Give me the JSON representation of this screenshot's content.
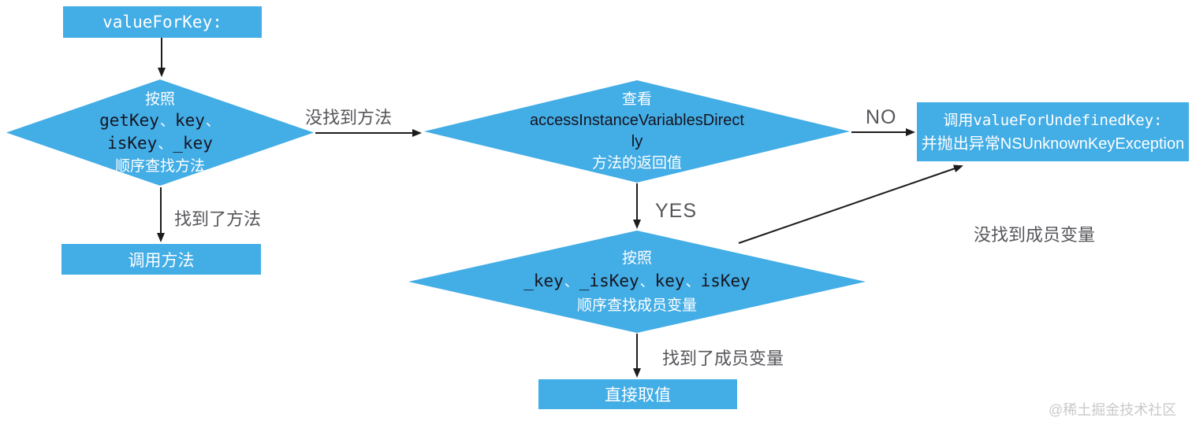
{
  "colors": {
    "node_fill": "#43ade6",
    "node_text": "#ffffff",
    "code_text": "#15151f",
    "edge": "#1c1c1c",
    "label_text": "#55565a",
    "watermark_text": "#c9c9c9"
  },
  "flow": {
    "start": {
      "text": "valueForKey:"
    },
    "d1": {
      "l1": "按照",
      "l2": [
        "getKey",
        "、",
        "key",
        "、"
      ],
      "l3": [
        "isKey",
        "、",
        "_key"
      ],
      "l4": "顺序查找方法"
    },
    "invoke_method": {
      "text": "调用方法"
    },
    "d2": {
      "l1": "查看",
      "l2": "accessInstanceVariablesDirect",
      "l3": "ly",
      "l4": "方法的返回值"
    },
    "exception": {
      "l1_zh": "调用",
      "l1_code": "valueForUndefinedKey:",
      "l2": "并抛出异常NSUnknownKeyException"
    },
    "d3": {
      "l1": "按照",
      "l2": [
        "_key",
        "、",
        "_isKey",
        "、",
        "key",
        "、",
        "isKey"
      ],
      "l3": "顺序查找成员变量"
    },
    "direct_value": {
      "text": "直接取值"
    },
    "labels": {
      "not_found_method": "没找到方法",
      "found_method": "找到了方法",
      "no": "NO",
      "yes": "YES",
      "found_ivar": "找到了成员变量",
      "not_found_ivar": "没找到成员变量"
    },
    "watermark": "@稀土掘金技术社区"
  }
}
